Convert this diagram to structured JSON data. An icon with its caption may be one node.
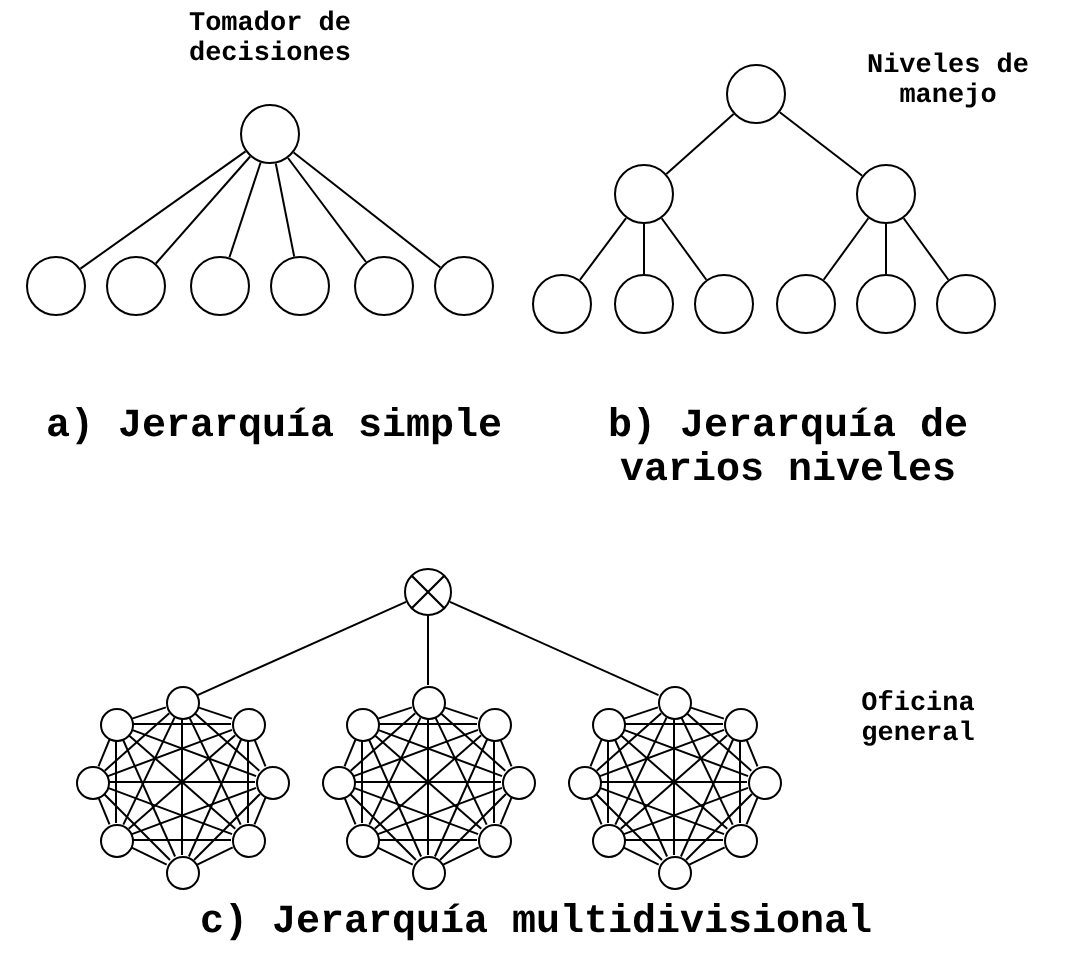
{
  "diagram": {
    "nodes": [
      {
        "text": [],
        "shape": "circle"
      },
      {
        "text": [],
        "shape": "circle"
      },
      {
        "text": [],
        "shape": "circle"
      },
      {
        "text": [],
        "shape": "circle"
      },
      {
        "text": [],
        "shape": "circle"
      },
      {
        "text": [],
        "shape": "circle"
      },
      {
        "text": [],
        "shape": "circle"
      },
      {
        "text": [],
        "shape": "circle"
      },
      {
        "text": [],
        "shape": "circle"
      },
      {
        "text": [],
        "shape": "circle"
      },
      {
        "text": [],
        "shape": "circle"
      },
      {
        "text": [],
        "shape": "circle"
      },
      {
        "text": [],
        "shape": "circle"
      },
      {
        "text": [],
        "shape": "circle"
      },
      {
        "text": [],
        "shape": "circle"
      },
      {
        "text": [],
        "shape": "circle"
      },
      {
        "text": [],
        "shape": "circle"
      },
      {
        "text": [],
        "shape": "circle"
      },
      {
        "text": [],
        "shape": "circle"
      },
      {
        "text": [],
        "shape": "circle"
      },
      {
        "text": [],
        "shape": "circle"
      },
      {
        "text": [],
        "shape": "circle"
      },
      {
        "text": [],
        "shape": "circle"
      },
      {
        "text": [],
        "shape": "circle"
      },
      {
        "text": [],
        "shape": "circle"
      },
      {
        "text": [],
        "shape": "circle"
      },
      {
        "text": [],
        "shape": "circle"
      },
      {
        "text": [],
        "shape": "circle"
      },
      {
        "text": [],
        "shape": "circle"
      },
      {
        "text": [],
        "shape": "circle"
      },
      {
        "text": [],
        "shape": "circle"
      },
      {
        "text": [],
        "shape": "circle"
      },
      {
        "text": [],
        "shape": "circle"
      },
      {
        "text": [],
        "shape": "circle"
      },
      {
        "text": [],
        "shape": "circle"
      },
      {
        "text": [],
        "shape": "circle"
      },
      {
        "text": [],
        "shape": "circle"
      },
      {
        "text": [],
        "shape": "circle"
      },
      {
        "text": [],
        "shape": "circle"
      },
      {
        "text": [],
        "shape": "circle"
      },
      {
        "text": [],
        "shape": "circle"
      }
    ],
    "edges": [
      {
        "from": 0,
        "to": 1,
        "arrow": "none"
      },
      {
        "from": 0,
        "to": 2,
        "arrow": "none"
      },
      {
        "from": 0,
        "to": 3,
        "arrow": "none"
      },
      {
        "from": 0,
        "to": 4,
        "arrow": "none"
      },
      {
        "from": 0,
        "to": 5,
        "arrow": "none"
      },
      {
        "from": 0,
        "to": 6,
        "arrow": "none"
      },
      {
        "from": 7,
        "to": 8,
        "arrow": "none"
      },
      {
        "from": 7,
        "to": 9,
        "arrow": "none"
      },
      {
        "from": 8,
        "to": 10,
        "arrow": "none"
      },
      {
        "from": 8,
        "to": 11,
        "arrow": "none"
      },
      {
        "from": 8,
        "to": 12,
        "arrow": "none"
      },
      {
        "from": 9,
        "to": 13,
        "arrow": "none"
      },
      {
        "from": 9,
        "to": 14,
        "arrow": "none"
      },
      {
        "from": 9,
        "to": 15,
        "arrow": "none"
      },
      {
        "from": 16,
        "to": 17,
        "arrow": "none"
      },
      {
        "from": 16,
        "to": 25,
        "arrow": "none"
      },
      {
        "from": 16,
        "to": 33,
        "arrow": "none"
      },
      {
        "from": 17,
        "to": 18,
        "arrow": "none"
      },
      {
        "from": 17,
        "to": 19,
        "arrow": "none"
      },
      {
        "from": 17,
        "to": 20,
        "arrow": "none"
      },
      {
        "from": 17,
        "to": 21,
        "arrow": "none"
      },
      {
        "from": 17,
        "to": 22,
        "arrow": "none"
      },
      {
        "from": 17,
        "to": 23,
        "arrow": "none"
      },
      {
        "from": 17,
        "to": 24,
        "arrow": "none"
      },
      {
        "from": 18,
        "to": 19,
        "arrow": "none"
      },
      {
        "from": 18,
        "to": 20,
        "arrow": "none"
      },
      {
        "from": 18,
        "to": 21,
        "arrow": "none"
      },
      {
        "from": 18,
        "to": 22,
        "arrow": "none"
      },
      {
        "from": 18,
        "to": 23,
        "arrow": "none"
      },
      {
        "from": 18,
        "to": 24,
        "arrow": "none"
      },
      {
        "from": 19,
        "to": 20,
        "arrow": "none"
      },
      {
        "from": 19,
        "to": 21,
        "arrow": "none"
      },
      {
        "from": 19,
        "to": 22,
        "arrow": "none"
      },
      {
        "from": 19,
        "to": 23,
        "arrow": "none"
      },
      {
        "from": 19,
        "to": 24,
        "arrow": "none"
      },
      {
        "from": 20,
        "to": 21,
        "arrow": "none"
      },
      {
        "from": 20,
        "to": 22,
        "arrow": "none"
      },
      {
        "from": 20,
        "to": 23,
        "arrow": "none"
      },
      {
        "from": 20,
        "to": 24,
        "arrow": "none"
      },
      {
        "from": 21,
        "to": 22,
        "arrow": "none"
      },
      {
        "from": 21,
        "to": 23,
        "arrow": "none"
      },
      {
        "from": 21,
        "to": 24,
        "arrow": "none"
      },
      {
        "from": 22,
        "to": 23,
        "arrow": "none"
      },
      {
        "from": 22,
        "to": 24,
        "arrow": "none"
      },
      {
        "from": 23,
        "to": 24,
        "arrow": "none"
      },
      {
        "from": 25,
        "to": 26,
        "arrow": "none"
      },
      {
        "from": 25,
        "to": 27,
        "arrow": "none"
      },
      {
        "from": 25,
        "to": 28,
        "arrow": "none"
      },
      {
        "from": 25,
        "to": 29,
        "arrow": "none"
      },
      {
        "from": 25,
        "to": 30,
        "arrow": "none"
      },
      {
        "from": 25,
        "to": 31,
        "arrow": "none"
      },
      {
        "from": 25,
        "to": 32,
        "arrow": "none"
      },
      {
        "from": 26,
        "to": 27,
        "arrow": "none"
      },
      {
        "from": 26,
        "to": 28,
        "arrow": "none"
      },
      {
        "from": 26,
        "to": 29,
        "arrow": "none"
      },
      {
        "from": 26,
        "to": 30,
        "arrow": "none"
      },
      {
        "from": 26,
        "to": 31,
        "arrow": "none"
      },
      {
        "from": 26,
        "to": 32,
        "arrow": "none"
      },
      {
        "from": 27,
        "to": 28,
        "arrow": "none"
      },
      {
        "from": 27,
        "to": 29,
        "arrow": "none"
      },
      {
        "from": 27,
        "to": 30,
        "arrow": "none"
      },
      {
        "from": 27,
        "to": 31,
        "arrow": "none"
      },
      {
        "from": 27,
        "to": 32,
        "arrow": "none"
      },
      {
        "from": 28,
        "to": 29,
        "arrow": "none"
      },
      {
        "from": 28,
        "to": 30,
        "arrow": "none"
      },
      {
        "from": 28,
        "to": 31,
        "arrow": "none"
      },
      {
        "from": 28,
        "to": 32,
        "arrow": "none"
      },
      {
        "from": 29,
        "to": 30,
        "arrow": "none"
      },
      {
        "from": 29,
        "to": 31,
        "arrow": "none"
      },
      {
        "from": 29,
        "to": 32,
        "arrow": "none"
      },
      {
        "from": 30,
        "to": 31,
        "arrow": "none"
      },
      {
        "from": 30,
        "to": 32,
        "arrow": "none"
      },
      {
        "from": 31,
        "to": 32,
        "arrow": "none"
      },
      {
        "from": 33,
        "to": 34,
        "arrow": "none"
      },
      {
        "from": 33,
        "to": 35,
        "arrow": "none"
      },
      {
        "from": 33,
        "to": 36,
        "arrow": "none"
      },
      {
        "from": 33,
        "to": 37,
        "arrow": "none"
      },
      {
        "from": 33,
        "to": 38,
        "arrow": "none"
      },
      {
        "from": 33,
        "to": 39,
        "arrow": "none"
      },
      {
        "from": 33,
        "to": 40,
        "arrow": "none"
      },
      {
        "from": 34,
        "to": 35,
        "arrow": "none"
      },
      {
        "from": 34,
        "to": 36,
        "arrow": "none"
      },
      {
        "from": 34,
        "to": 37,
        "arrow": "none"
      },
      {
        "from": 34,
        "to": 38,
        "arrow": "none"
      },
      {
        "from": 34,
        "to": 39,
        "arrow": "none"
      },
      {
        "from": 34,
        "to": 40,
        "arrow": "none"
      },
      {
        "from": 35,
        "to": 36,
        "arrow": "none"
      },
      {
        "from": 35,
        "to": 37,
        "arrow": "none"
      },
      {
        "from": 35,
        "to": 38,
        "arrow": "none"
      },
      {
        "from": 35,
        "to": 39,
        "arrow": "none"
      },
      {
        "from": 35,
        "to": 40,
        "arrow": "none"
      },
      {
        "from": 36,
        "to": 37,
        "arrow": "none"
      },
      {
        "from": 36,
        "to": 38,
        "arrow": "none"
      },
      {
        "from": 36,
        "to": 39,
        "arrow": "none"
      },
      {
        "from": 36,
        "to": 40,
        "arrow": "none"
      },
      {
        "from": 37,
        "to": 38,
        "arrow": "none"
      },
      {
        "from": 37,
        "to": 39,
        "arrow": "none"
      },
      {
        "from": 37,
        "to": 40,
        "arrow": "none"
      },
      {
        "from": 38,
        "to": 39,
        "arrow": "none"
      },
      {
        "from": 38,
        "to": 40,
        "arrow": "none"
      },
      {
        "from": 39,
        "to": 40,
        "arrow": "none"
      }
    ],
    "labels": [
      "Tomador de decisiones",
      "Niveles de manejo",
      "a) Jerarquía simple",
      "b) Jerarquía de varios niveles",
      "Oficina general",
      "c) Jerarquía multidivisional"
    ]
  }
}
